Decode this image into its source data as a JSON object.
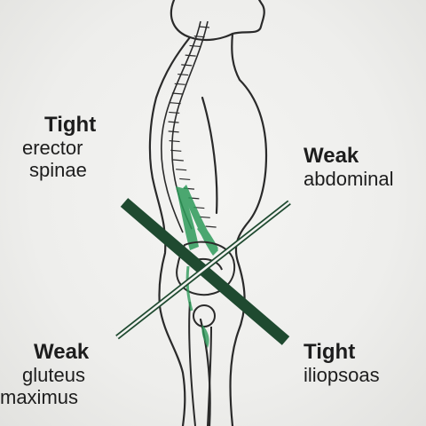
{
  "labels": {
    "top_left": {
      "title": "Tight",
      "line1": "erector",
      "line2": "spinae"
    },
    "top_right": {
      "title": "Weak",
      "line1": "abdominal"
    },
    "bottom_left": {
      "title": "Weak",
      "line1": "gluteus",
      "line2": "maximus"
    },
    "bottom_right": {
      "title": "Tight",
      "line1": "iliopsoas"
    }
  },
  "colors": {
    "muscle_green": "#2e9a5a",
    "cross_dark": "#1f4a30",
    "cross_light": "#2f7a4a",
    "outline": "#2a2a2a"
  }
}
